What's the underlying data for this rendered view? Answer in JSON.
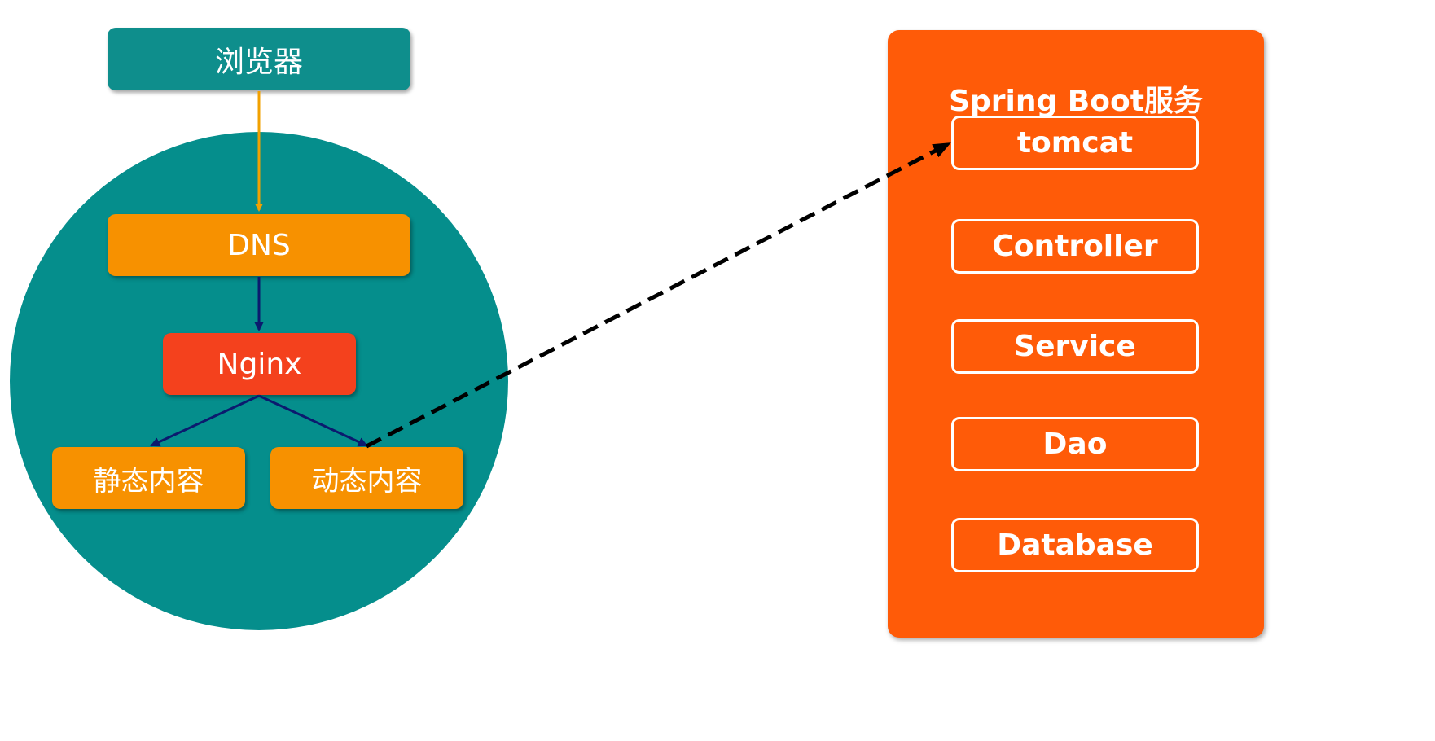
{
  "left_system": {
    "browser": "浏览器",
    "dns": "DNS",
    "nginx": "Nginx",
    "static_content": "静态内容",
    "dynamic_content": "动态内容"
  },
  "spring_boot": {
    "title": "Spring Boot服务",
    "layers": [
      "tomcat",
      "Controller",
      "Service",
      "Dao",
      "Database"
    ]
  },
  "colors": {
    "teal": "#058e8c",
    "orange": "#f79100",
    "red": "#f4411d",
    "panel_orange": "#ff5b08",
    "arrow_navy": "#0b1a6e",
    "arrow_amber": "#f2a100"
  }
}
